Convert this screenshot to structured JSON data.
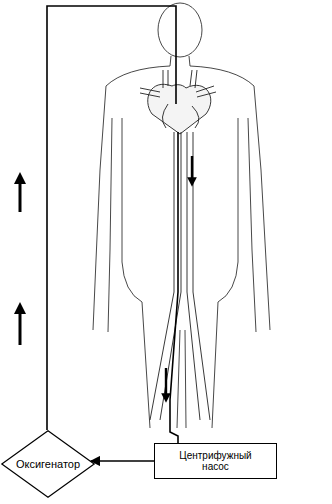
{
  "diagram": {
    "nodes": [
      {
        "text": [
          "Оксигенатор"
        ]
      },
      {
        "text": [
          "Центрифужный насос"
        ]
      }
    ],
    "edges": [
      {
        "from": 1,
        "to": 0,
        "arrow": "to"
      }
    ]
  }
}
